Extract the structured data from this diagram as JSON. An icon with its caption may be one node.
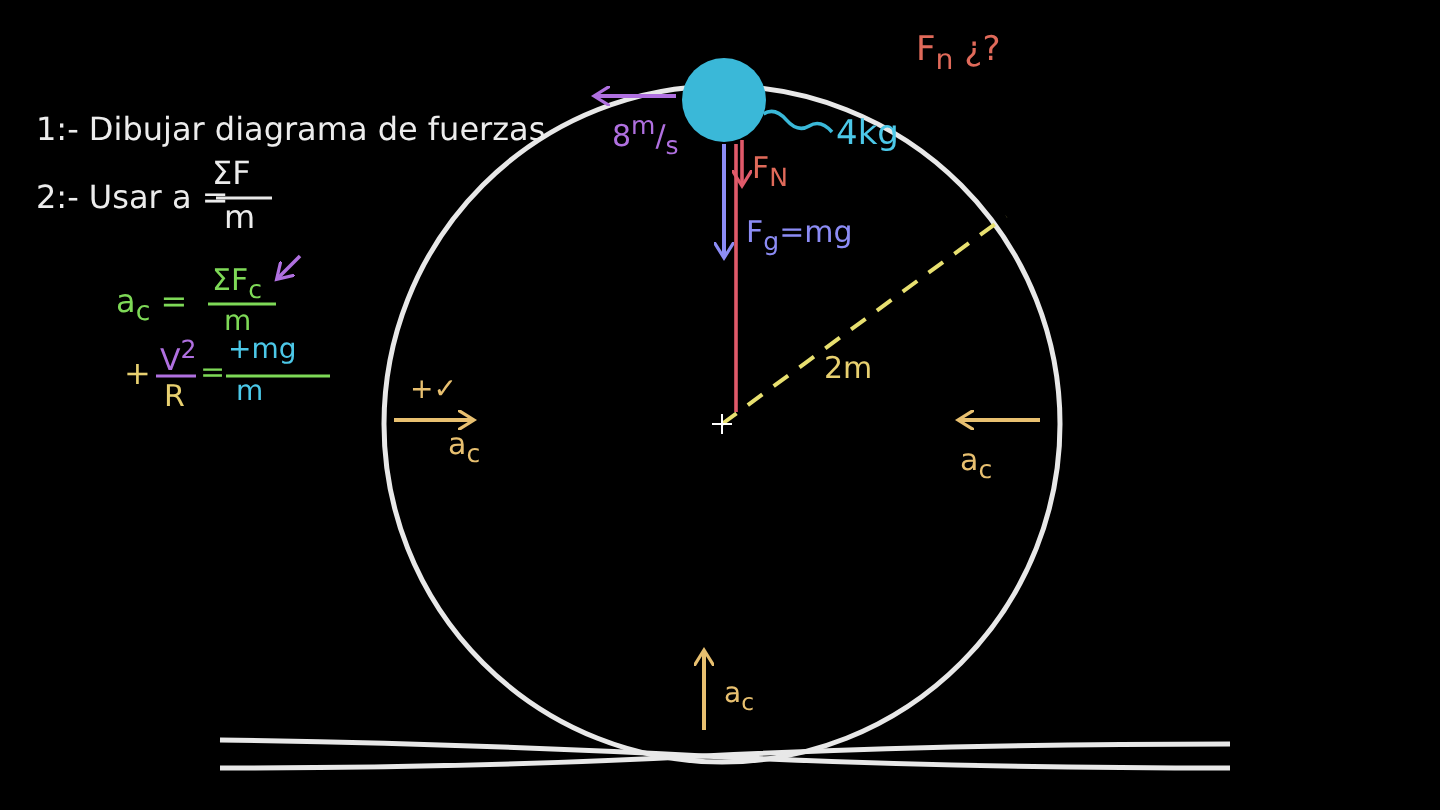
{
  "diagram": {
    "nodes": [
      {
        "text": [],
        "shape": "circle"
      },
      {
        "text": [
          "4kg"
        ]
      }
    ],
    "edges": [
      {
        "from": 1,
        "to": 0,
        "arrow": "none"
      }
    ],
    "labels": [
      "F$_{n}$ ¿?",
      "1:- Dibujar diagrama de fuerzas",
      "8$^{m}$/$_{s}$",
      "2:- Usar a =",
      "ΣF",
      "m",
      "F$_{N}$",
      "F$_{g}$=mg",
      "a$_{c}$ =",
      "ΣF$_{c}$",
      "m",
      "+",
      "V$^{2}$",
      "R",
      "=",
      "+mg",
      "m",
      "2m",
      "+✓",
      "a$_{c}$",
      "a$_{c}$",
      "a$_{c}$"
    ]
  }
}
